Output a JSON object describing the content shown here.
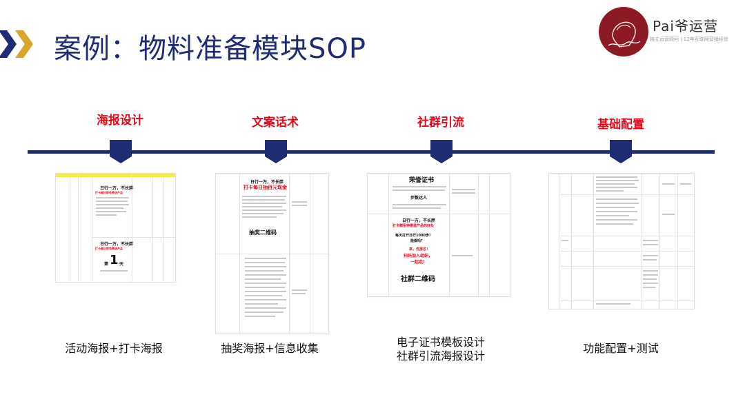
{
  "title": "案例：物料准备模块SOP",
  "brand": {
    "name": "Pai爷运营",
    "tagline": "独立运营顾问 | 12年互联网营销经验"
  },
  "colors": {
    "navy": "#1f2c73",
    "red": "#e5091c",
    "gold": "#d9a52b",
    "brand_red": "#8b1a24"
  },
  "stages": [
    {
      "label": "海报设计",
      "caption": "活动海报+打卡海报"
    },
    {
      "label": "文案话术",
      "caption": "抽奖海报+信息收集"
    },
    {
      "label": "社群引流",
      "caption": "电子证书模板设计\n社群引流海报设计"
    },
    {
      "label": "基础配置",
      "caption": "功能配置+测试"
    }
  ],
  "thumbnails": {
    "poster": {
      "head": "日行一万，不长胖",
      "sub": "打卡越日即免费送产品",
      "day_prefix": "第",
      "day_num": "1",
      "day_suffix": "天"
    },
    "copy": {
      "head": "日行一万，不长胖",
      "sub": "打卡每日抽百元现金",
      "qr": "抽奖二维码"
    },
    "community": {
      "cert": "荣誉证书",
      "person": "步数达人",
      "head": "日行一万，不长胖",
      "sub": "打卡赠招待惠益产品的好处",
      "q": "每天打开日行1000歩？",
      "q2": "能做吗？",
      "cta1": "来，去报名！",
      "cta2": "扫码加入组织，",
      "cta3": "一起走！",
      "qr": "社群二维码"
    },
    "config": {}
  }
}
